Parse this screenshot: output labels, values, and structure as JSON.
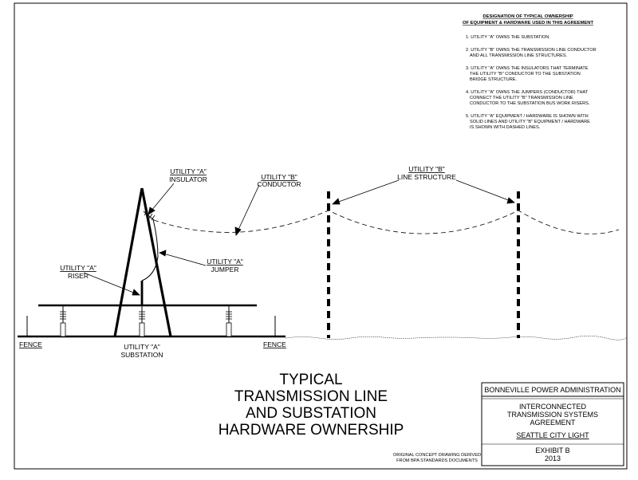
{
  "notes": {
    "heading_line1": "DESIGNATION OF TYPICAL OWNERSHIP",
    "heading_line2": "OF EQUIPMENT & HARDWARE USED IN THIS AGREEMENT",
    "items": [
      [
        "1. UTILITY \"A\" OWNS THE SUBSTATION."
      ],
      [
        "2. UTILITY \"B\" OWNS THE TRANSMISSION LINE CONDUCTOR",
        "AND ALL TRANSMISSION LINE STRUCTURES."
      ],
      [
        "3. UTILITY \"A\" OWNS THE INSULATORS THAT TERMINATE",
        "THE UTILITY \"B\" CONDUCTOR TO THE SUBSTATION",
        "BRIDGE STRUCTURE."
      ],
      [
        "4. UTILITY \"A\" OWNS THE JUMPERS (CONDUCTOR) THAT",
        "CONNECT THE UTILITY \"B\" TRANSMISSION LINE",
        "CONDUCTOR TO THE SUBSTATION BUS WORK RISERS."
      ],
      [
        "5. UTILITY \"A\" EQUIPMENT / HARDWARE IS SHOWN WITH",
        "SOLID LINES AND UTILITY \"B\" EQUIPMENT / HARDWARE",
        "IS SHOWN WITH DASHED LINES."
      ]
    ]
  },
  "labels": {
    "insulator_owner": "UTILITY \"A\"",
    "insulator": "INSULATOR",
    "conductor_owner": "UTILITY \"B\"",
    "conductor": "CONDUCTOR",
    "line_structure_owner": "UTILITY \"B\"",
    "line_structure": "LINE STRUCTURE",
    "jumper_owner": "UTILITY \"A\"",
    "jumper": "JUMPER",
    "riser_owner": "UTILITY \"A\"",
    "riser": "RISER",
    "fence_left": "FENCE",
    "fence_right": "FENCE",
    "substation_owner": "UTILITY \"A\"",
    "substation": "SUBSTATION"
  },
  "title": {
    "line1": "TYPICAL",
    "line2": "TRANSMISSION LINE",
    "line3": "AND SUBSTATION",
    "line4": "HARDWARE OWNERSHIP"
  },
  "source_note": {
    "line1": "ORIGINAL CONCEPT DRAWING DERIVED",
    "line2": "FROM BPA STANDARDS DOCUMENTS"
  },
  "title_block": {
    "organization": "BONNEVILLE POWER ADMINISTRATION",
    "agreement_line1": "INTERCONNECTED",
    "agreement_line2": "TRANSMISSION SYSTEMS",
    "agreement_line3": "AGREEMENT",
    "party": "SEATTLE CITY LIGHT",
    "exhibit": "EXHIBIT B",
    "year": "2013"
  }
}
